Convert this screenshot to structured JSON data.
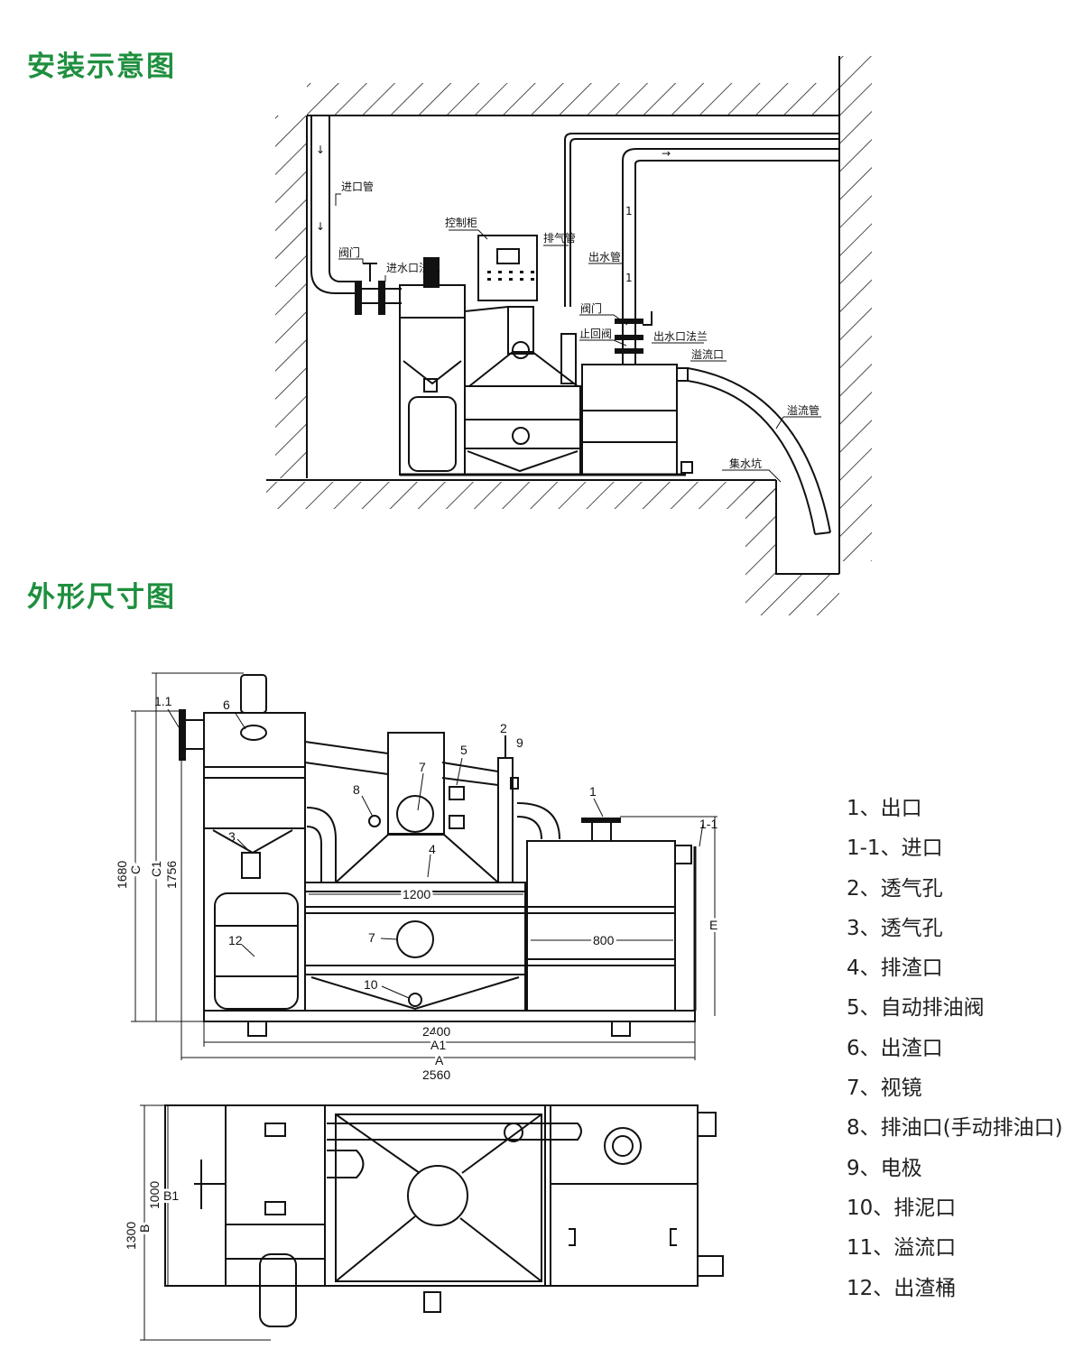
{
  "sections": {
    "installation_title": "安装示意图",
    "dimension_title": "外形尺寸图"
  },
  "installation_diagram": {
    "labels": {
      "inlet_pipe": "进口管",
      "valve_left": "阀门",
      "inlet_flange": "进水口法兰",
      "control_cabinet": "控制柜",
      "vent_pipe": "排气管",
      "outlet_pipe": "出水管",
      "valve_right": "阀门",
      "check_valve": "止回阀",
      "outlet_flange": "出水口法兰",
      "overflow_port": "溢流口",
      "overflow_pipe": "溢流管",
      "sump_pit": "集水坑"
    },
    "pipe_marks": [
      "1",
      "1"
    ],
    "flow_arrows": [
      "↓",
      "↓",
      "→"
    ]
  },
  "dimension_diagram": {
    "callouts": [
      "1",
      "1-1",
      "1.1",
      "2",
      "3",
      "4",
      "5",
      "6",
      "7",
      "7",
      "8",
      "9",
      "10",
      "12"
    ],
    "dimensions": {
      "height_c": "C",
      "height_c_value": "1680",
      "height_c1": "C1",
      "height_c1_value": "1756",
      "width_mid_tank": "1200",
      "width_right_tank": "800",
      "height_e": "E",
      "width_a1": "A1",
      "width_a1_value": "2400",
      "width_a": "A",
      "width_a_value": "2560",
      "depth_b1": "B1",
      "depth_b1_value": "1000",
      "depth_b": "B",
      "depth_b_value": "1300"
    }
  },
  "legend": {
    "items": [
      "1、出口",
      "1-1、进口",
      "2、透气孔",
      "3、透气孔",
      "4、排渣口",
      "5、自动排油阀",
      "6、出渣口",
      "7、视镜",
      "8、排油口(手动排油口)",
      "9、电极",
      "10、排泥口",
      "11、溢流口",
      "12、出渣桶"
    ]
  },
  "colors": {
    "title_green": "#1e8f3e",
    "line": "#111111"
  }
}
